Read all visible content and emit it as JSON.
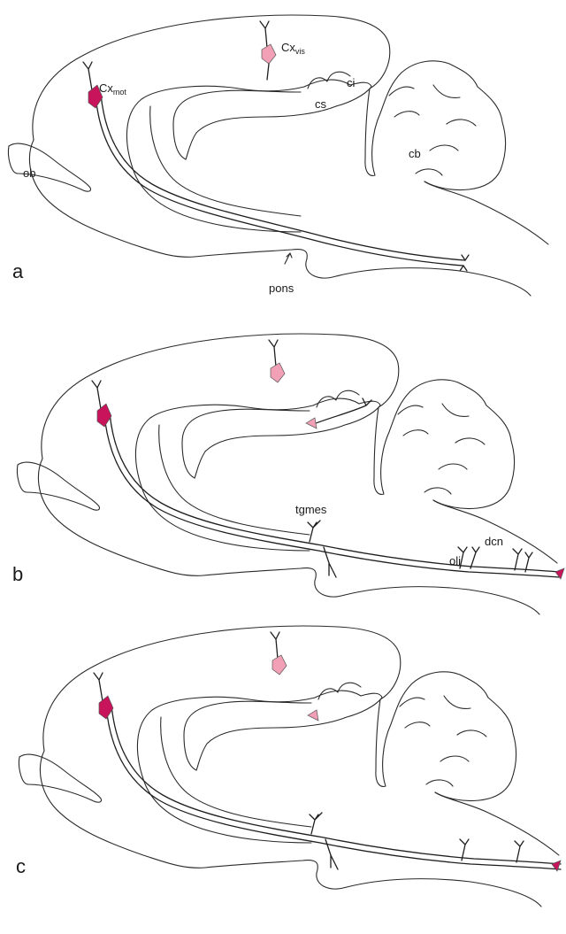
{
  "panels": [
    {
      "letter": "a"
    },
    {
      "letter": "b"
    },
    {
      "letter": "c"
    }
  ],
  "labels": {
    "cx_mot_base": "Cx",
    "cx_mot_sub": "mot",
    "cx_vis_base": "Cx",
    "cx_vis_sub": "vis",
    "ci": "ci",
    "cs": "cs",
    "cb": "cb",
    "ob": "ob",
    "pons": "pons",
    "tgmes": "tgmes",
    "oli": "oli",
    "dcn": "dcn"
  },
  "colors": {
    "motor_neuron": "#c8145a",
    "visual_neuron": "#f2a0b6",
    "line": "#222222"
  }
}
